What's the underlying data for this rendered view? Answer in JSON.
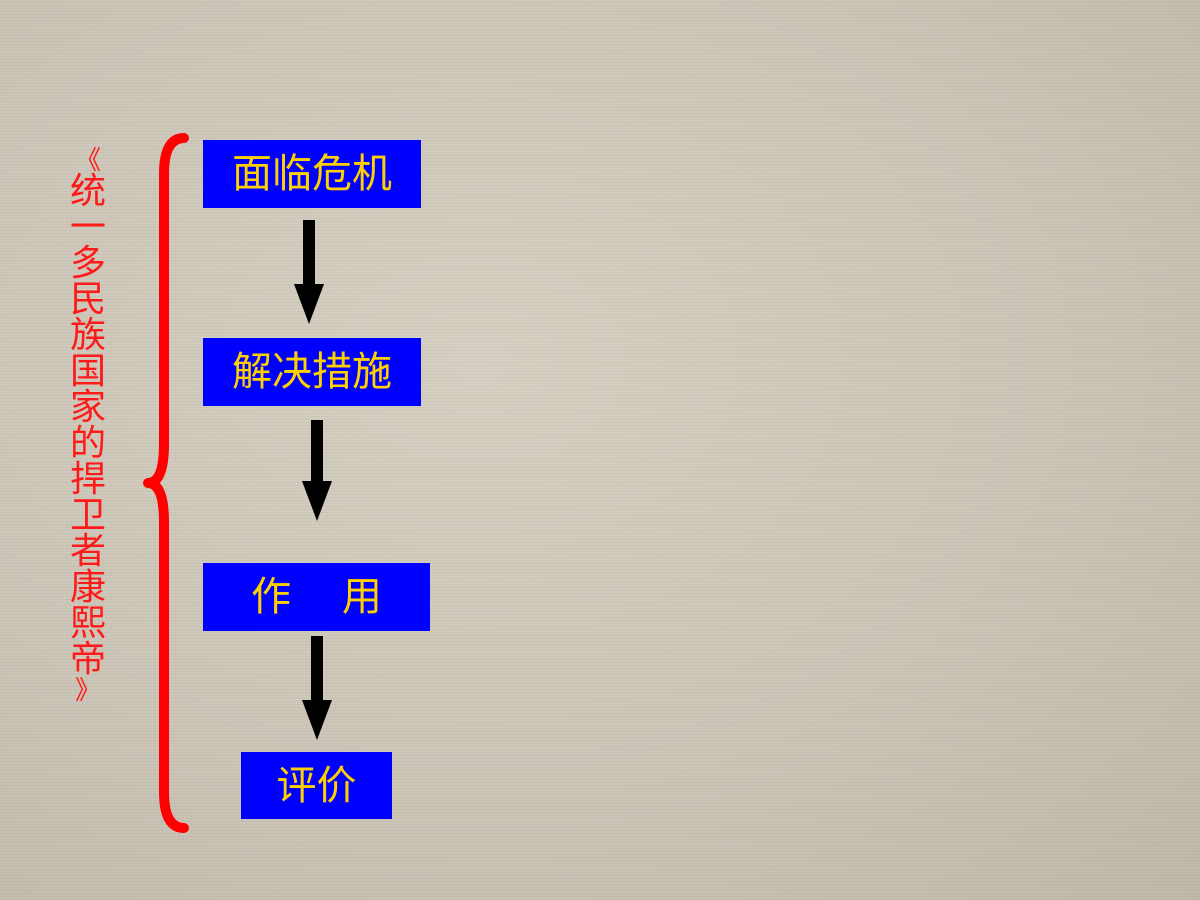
{
  "side_title": {
    "open_bracket": "《",
    "chars": [
      "统",
      "一",
      "多",
      "民",
      "族",
      "国",
      "家",
      "的",
      "捍",
      "卫",
      "者",
      "康",
      "熙",
      "帝"
    ],
    "close_bracket": "》",
    "color": "#ff1a1a"
  },
  "flow": {
    "steps": [
      {
        "label": "面临危机"
      },
      {
        "label": "解决措施"
      },
      {
        "label": "作    用"
      },
      {
        "label": "评价"
      }
    ],
    "box_color": "#0000ff",
    "text_color": "#ffd000",
    "arrow_color": "#000000"
  }
}
